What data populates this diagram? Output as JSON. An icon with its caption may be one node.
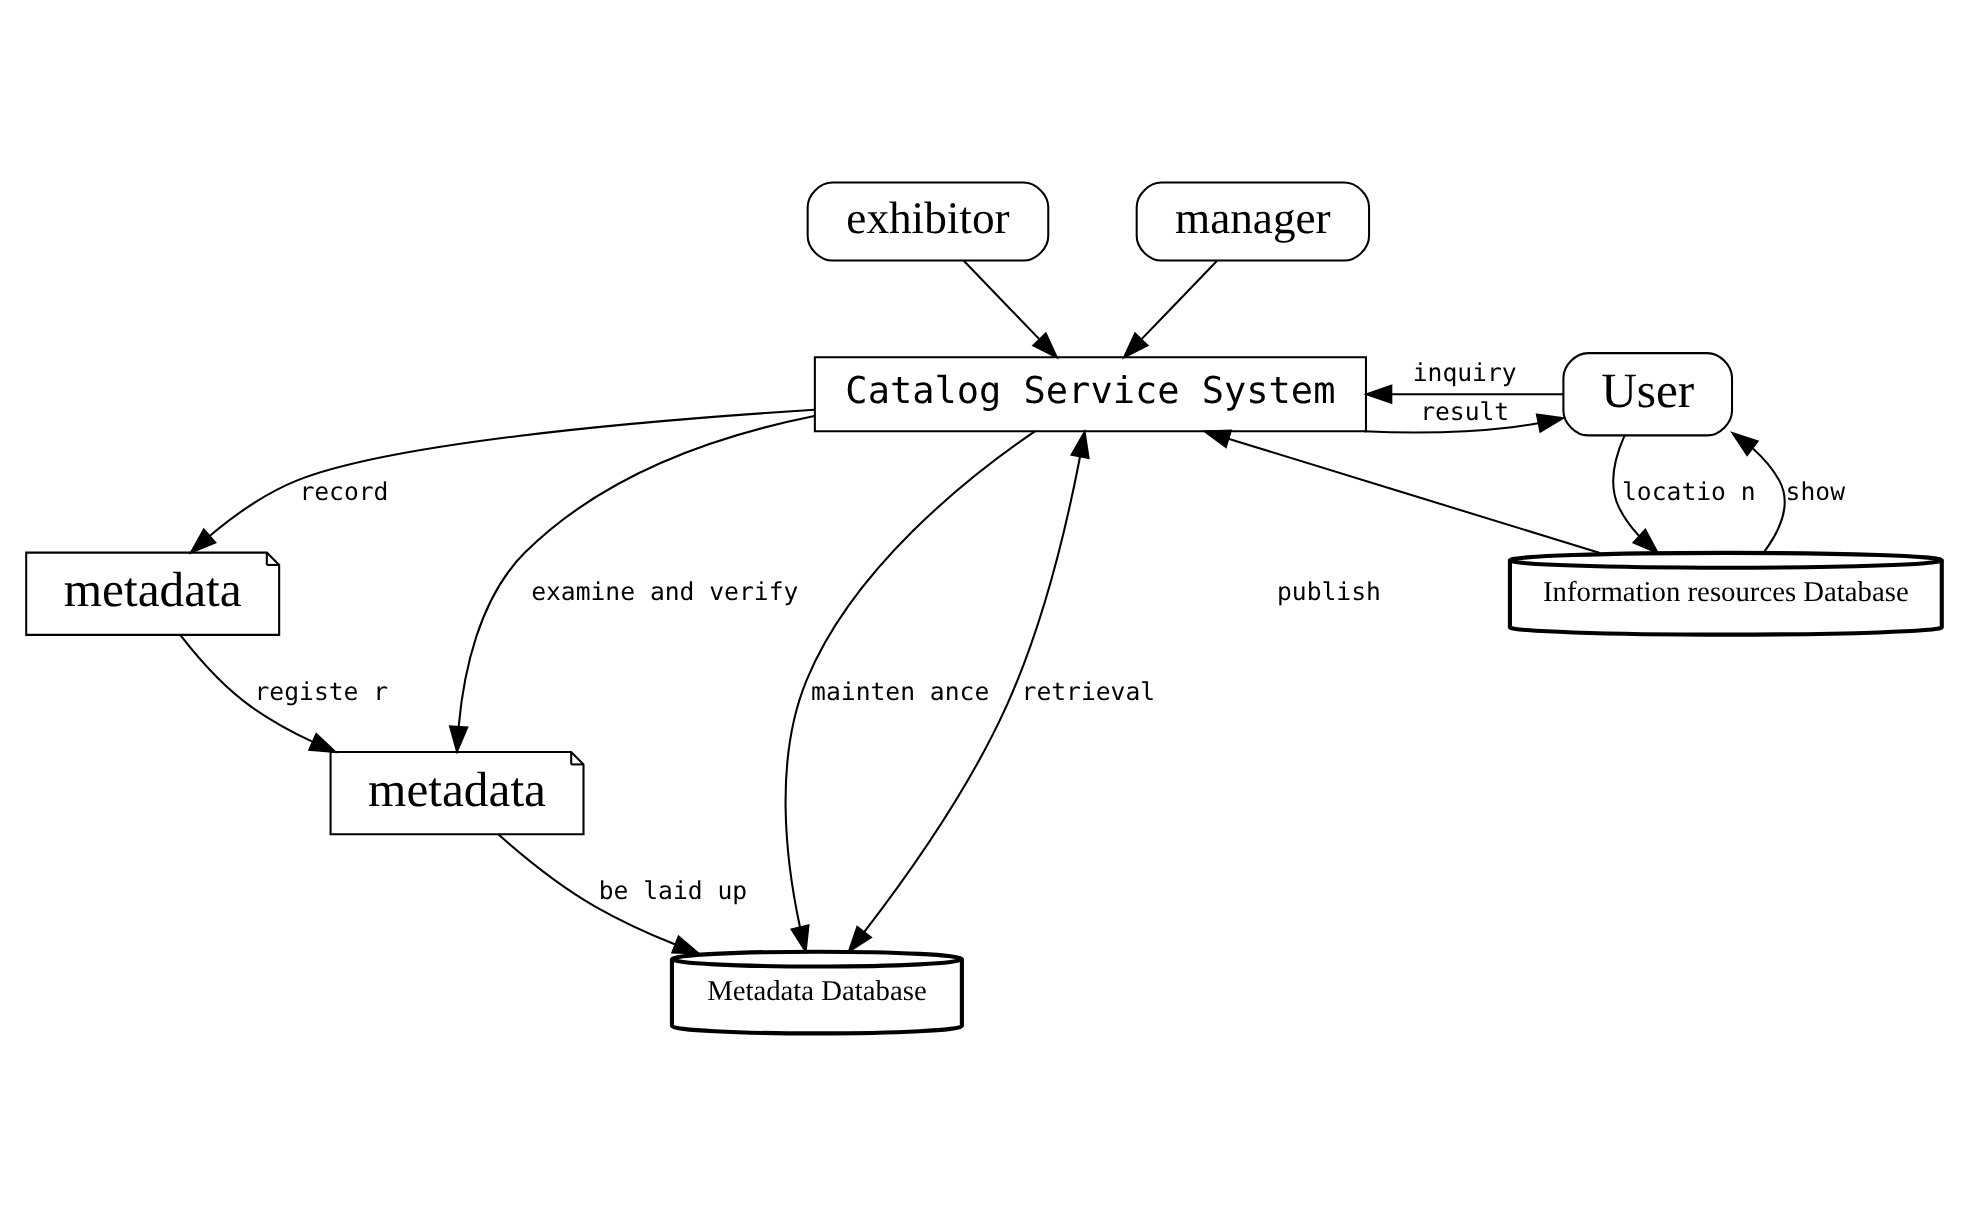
{
  "diagram": {
    "nodes": [
      {
        "text": [
          "exhibitor"
        ]
      },
      {
        "text": [
          "manager"
        ]
      },
      {
        "text": [
          "Catalog Service System"
        ]
      },
      {
        "text": [
          "User"
        ]
      },
      {
        "text": [
          "metadata"
        ]
      },
      {
        "text": [
          "metadata"
        ]
      },
      {
        "text": [
          "Metadata Database"
        ]
      },
      {
        "text": [
          "Information resources Database"
        ]
      }
    ],
    "edges": [
      {
        "from": 0,
        "to": 2,
        "arrow": "to"
      },
      {
        "from": 1,
        "to": 2,
        "arrow": "to"
      },
      {
        "from": 3,
        "to": 2,
        "arrow": "to",
        "label": "inquiry"
      },
      {
        "from": 2,
        "to": 3,
        "arrow": "to",
        "label": "result"
      },
      {
        "from": 7,
        "to": 2,
        "arrow": "to"
      },
      {
        "from": 2,
        "to": 4,
        "arrow": "to",
        "label": "record"
      },
      {
        "from": 2,
        "to": 5,
        "arrow": "to",
        "label": "examine and verify"
      },
      {
        "from": 2,
        "to": 6,
        "arrow": "to",
        "label": "mainten ance"
      },
      {
        "from": 2,
        "to": 6,
        "arrow": "both",
        "label": "retrieval"
      },
      {
        "from": 4,
        "to": 5,
        "arrow": "to",
        "label": "registe r"
      },
      {
        "from": 5,
        "to": 6,
        "arrow": "to",
        "label": "be laid up"
      },
      {
        "from": 7,
        "to": 3,
        "arrow": "to",
        "label": "show"
      },
      {
        "from": 3,
        "to": 7,
        "arrow": "to",
        "label": "locatio n"
      }
    ],
    "labels": [
      "publish"
    ]
  }
}
